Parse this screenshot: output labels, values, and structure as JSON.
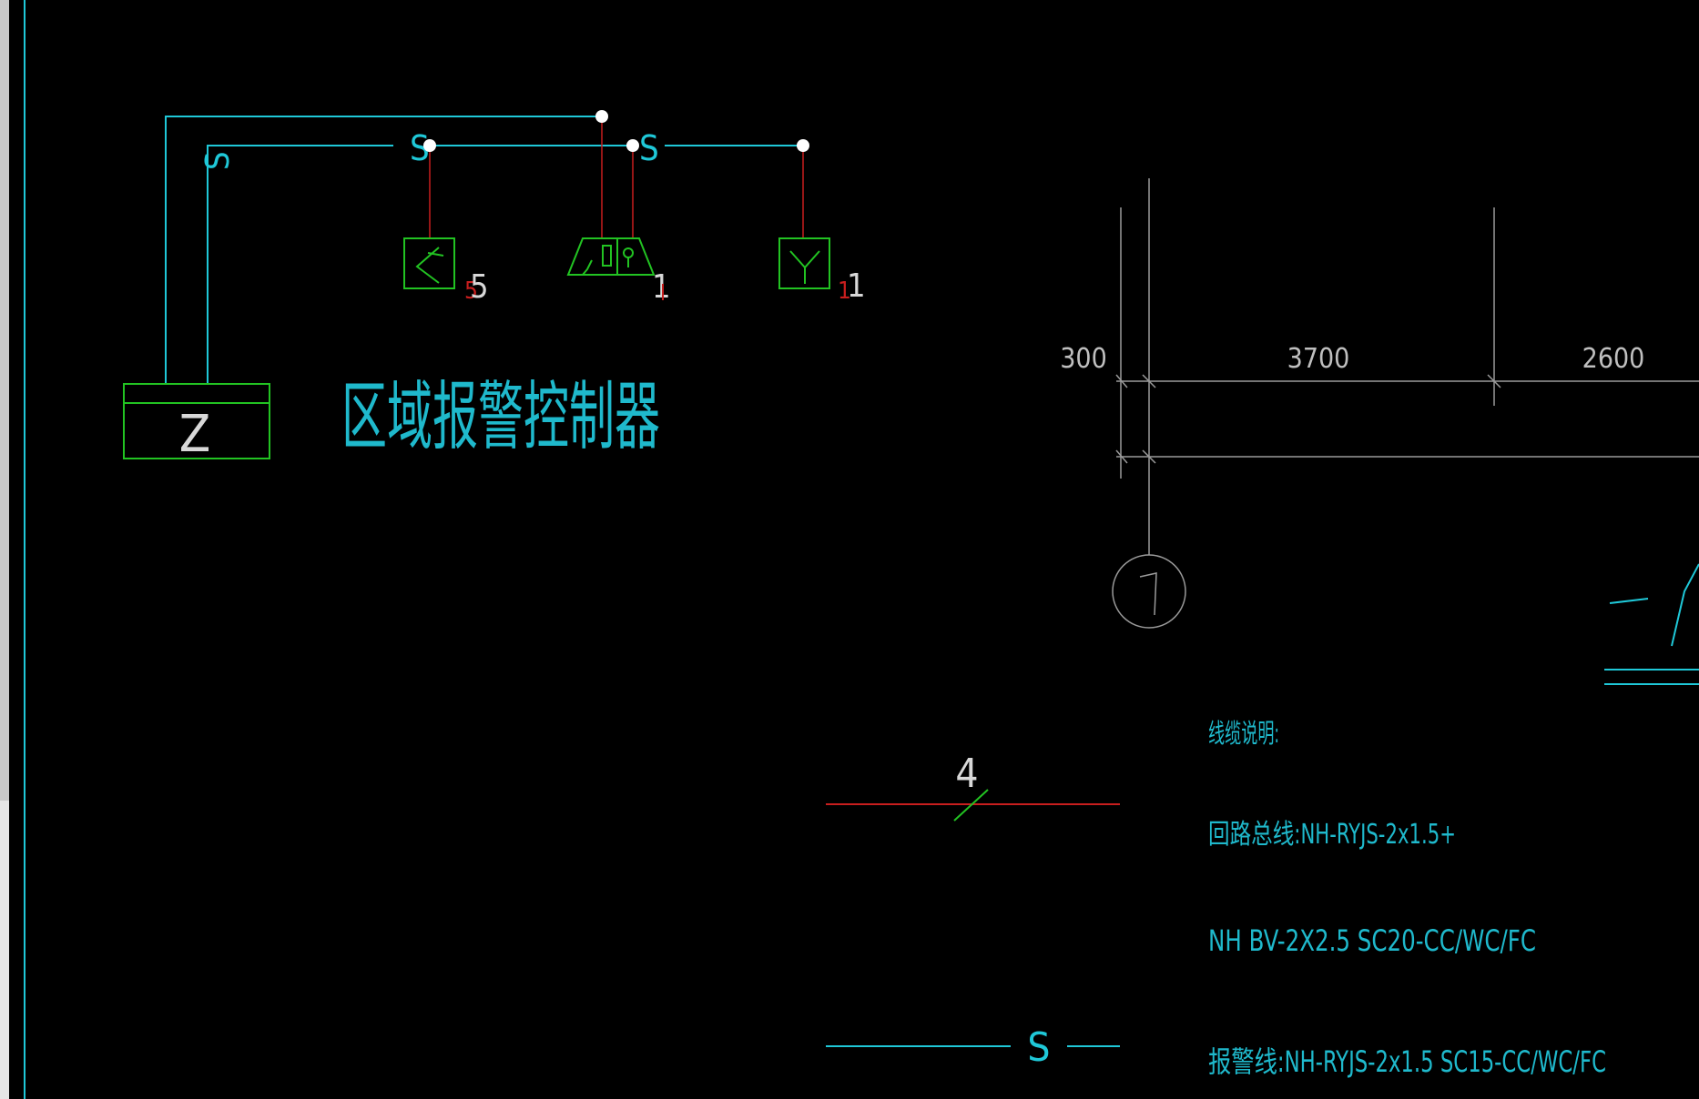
{
  "colors": {
    "background": "#000000",
    "cyan": "#1fc8d8",
    "green": "#22c322",
    "red": "#c81e1e",
    "white": "#ffffff",
    "gray": "#9a9a9a",
    "text_cyan": "#1fb9cc"
  },
  "diagram": {
    "wire_label_s": "S",
    "controller_symbol": "Z",
    "controller_label": "区域报警控制器",
    "devices": [
      {
        "name": "smoke-detector",
        "count": "5",
        "red_count": "5"
      },
      {
        "name": "alarm-button-phone",
        "count": "1",
        "red_count": ""
      },
      {
        "name": "heat-detector",
        "count": "1",
        "red_count": "1"
      }
    ]
  },
  "dimensions": {
    "values": [
      "300",
      "3700",
      "2600"
    ],
    "axis_label": "1"
  },
  "legend": {
    "loop_count": "4",
    "alarm_symbol": "S",
    "title": "线缆说明:",
    "loop_bus": "回路总线:NH-RYJS-2x1.5+",
    "power_line": "NH BV-2X2.5  SC20-CC/WC/FC",
    "alarm_line": "报警线:NH-RYJS-2x1.5  SC15-CC/WC/FC"
  }
}
